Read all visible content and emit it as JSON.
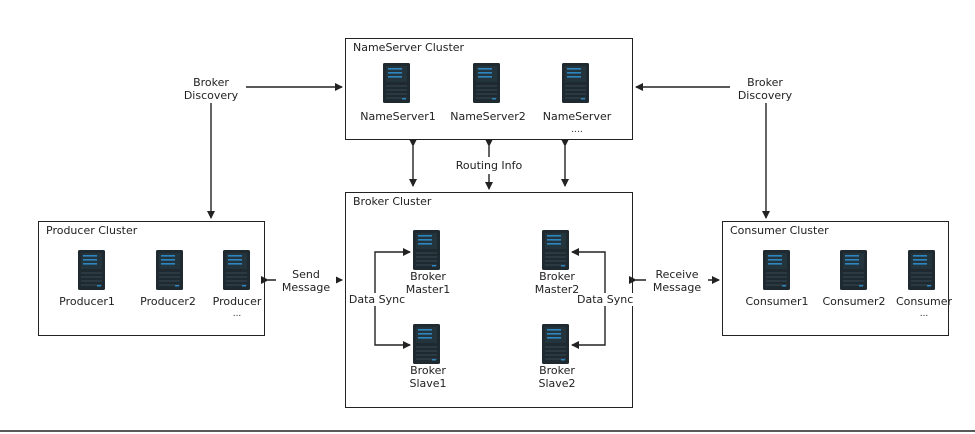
{
  "clusters": {
    "nameserver": {
      "title": "NameServer Cluster",
      "nodes": [
        "NameServer1",
        "NameServer2",
        "NameServer",
        "...."
      ]
    },
    "broker": {
      "title": "Broker Cluster",
      "master1": [
        "Broker",
        "Master1"
      ],
      "master2": [
        "Broker",
        "Master2"
      ],
      "slave1": [
        "Broker",
        "Slave1"
      ],
      "slave2": [
        "Broker",
        "Slave2"
      ]
    },
    "producer": {
      "title": "Producer Cluster",
      "nodes": [
        "Producer1",
        "Producer2",
        "Producer",
        "..."
      ]
    },
    "consumer": {
      "title": "Consumer Cluster",
      "nodes": [
        "Consumer1",
        "Consumer2",
        "Consumer",
        "..."
      ]
    }
  },
  "edges": {
    "broker_discovery_left": [
      "Broker",
      "Discovery"
    ],
    "broker_discovery_right": [
      "Broker",
      "Discovery"
    ],
    "routing_info": "Routing Info",
    "send_message": [
      "Send",
      "Message"
    ],
    "receive_message": [
      "Receive",
      "Message"
    ],
    "data_sync_left": "Data Sync",
    "data_sync_right": "Data Sync"
  },
  "colors": {
    "server_body": "#1f2a30",
    "server_screen": "#2e86c1",
    "line": "#222222"
  }
}
